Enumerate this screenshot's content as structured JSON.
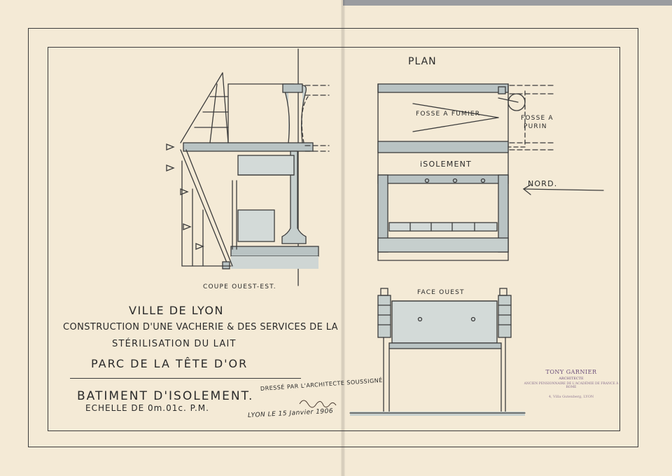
{
  "drawing": {
    "plan_label": "PLAN",
    "fosse_fumier": "FOSSE A FUMIER",
    "fosse_purin_1": "FOSSE A",
    "fosse_purin_2": "PURIN",
    "isolement": "iSOLEMENT",
    "nord": "NORD.",
    "coupe_label": "COUPE OUEST-EST.",
    "face_label": "FACE OUEST"
  },
  "title_block": {
    "city": "VILLE DE LYON",
    "line1": "CONSTRUCTION D'UNE VACHERIE & DES SERVICES DE LA",
    "line2": "STÉRILISATION DU LAIT",
    "line3": "PARC DE LA TÊTE D'OR",
    "building": "BATIMENT D'ISOLEMENT.",
    "scale": "ECHELLE DE 0m.01c. P.M.",
    "dresse": "DRESSÉ PAR L'ARCHITECTE SOUSSIGNÉ",
    "place_date": "LYON LE 15 Janvier 1906"
  },
  "stamp": {
    "name": "TONY GARNIER",
    "role": "ARCHITECTE",
    "line3": "ANCIEN PENSIONNAIRE DE L'ACADÉMIE DE FRANCE À ROME",
    "address": "4, Villa Gutenberg, LYON"
  },
  "colors": {
    "paper": "#f4ead6",
    "ink": "#3c3c3c",
    "wash": "#b9c3c3",
    "stamp": "#6a4d7a"
  }
}
